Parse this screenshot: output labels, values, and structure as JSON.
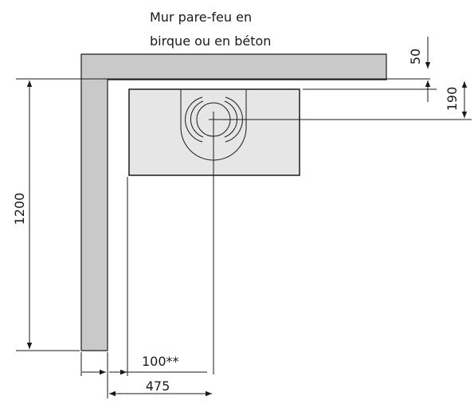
{
  "wall_label": {
    "line1": "Mur pare-feu en",
    "line2": "birque ou en béton"
  },
  "dimensions": {
    "wall_thickness": "50",
    "flue_center_from_wall": "190",
    "wall_length": "1200",
    "side_clearance": "100**",
    "flue_center_from_side_wall": "475"
  },
  "colors": {
    "wall_fill": "#c9c9c9",
    "stove_fill": "#e6e6e6",
    "line": "#1a1a1a"
  }
}
